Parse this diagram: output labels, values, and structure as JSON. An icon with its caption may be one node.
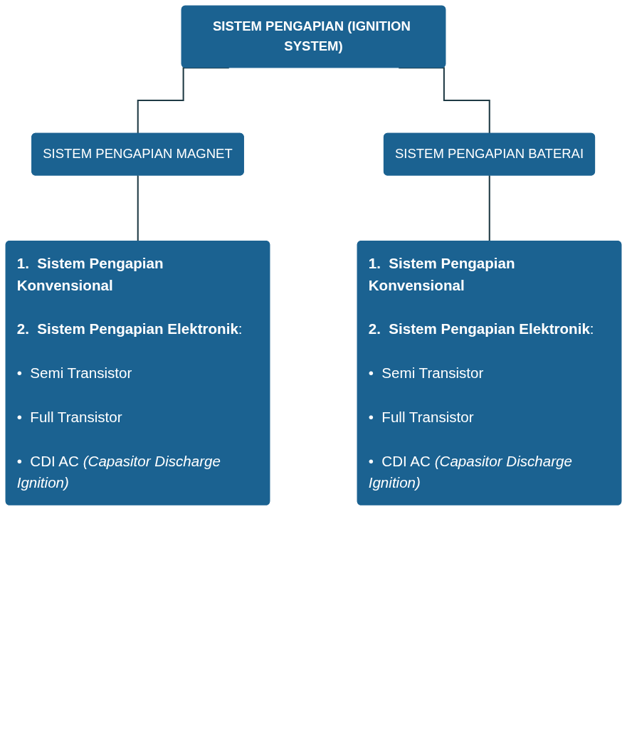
{
  "diagram": {
    "nodes": [
      {
        "text": [
          "SISTEM PENGAPIAN (IGNITION SYSTEM)"
        ]
      },
      {
        "text": [
          "SISTEM PENGAPIAN MAGNET"
        ]
      },
      {
        "text": [
          "SISTEM PENGAPIAN BATERAI"
        ]
      },
      {
        "text": [
          "**1.  Sistem Pengapian Konvensional**",
          "**2.  Sistem Pengapian Elektronik**:",
          "•  Semi Transistor",
          "•  Full Transistor",
          "•  CDI AC *(Capasitor Discharge Ignition)*"
        ]
      },
      {
        "text": [
          "**1.  Sistem Pengapian Konvensional**",
          "**2.  Sistem Pengapian Elektronik**:",
          "•  Semi Transistor",
          "•  Full Transistor",
          "•  CDI AC *(Capasitor Discharge Ignition)*"
        ]
      }
    ],
    "edges": [
      {
        "from": 0,
        "to": 1,
        "arrow": "none"
      },
      {
        "from": 0,
        "to": 2,
        "arrow": "none"
      },
      {
        "from": 1,
        "to": 3,
        "arrow": "none"
      },
      {
        "from": 2,
        "to": 4,
        "arrow": "none"
      }
    ]
  }
}
